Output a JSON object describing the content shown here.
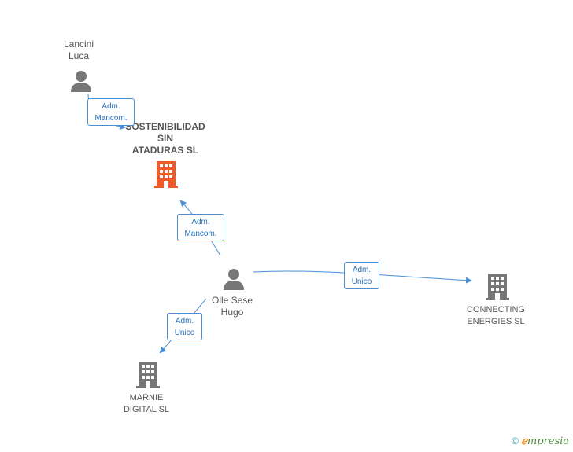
{
  "nodes": {
    "lancini": {
      "label": "Lancini\nLuca"
    },
    "sostenibilidad": {
      "label": "SOSTENIBILIDAD\nSIN\nATADURAS SL"
    },
    "olle": {
      "label": "Olle Sese\nHugo"
    },
    "connecting": {
      "label": "CONNECTING\nENERGIES SL"
    },
    "marnie": {
      "label": "MARNIE\nDIGITAL  SL"
    }
  },
  "edges": {
    "lancini_sost": {
      "label": "Adm.\nMancom."
    },
    "olle_sost": {
      "label": "Adm.\nMancom."
    },
    "olle_connecting": {
      "label": "Adm.\nUnico"
    },
    "olle_marnie": {
      "label": "Adm.\nUnico"
    }
  },
  "colors": {
    "main_company": "#f05a28",
    "company": "#777777",
    "person": "#777777",
    "edge": "#4a8fd6"
  },
  "footer": {
    "copyright": "©",
    "brand_e": "ℯ",
    "brand_rest": "mpresia"
  }
}
